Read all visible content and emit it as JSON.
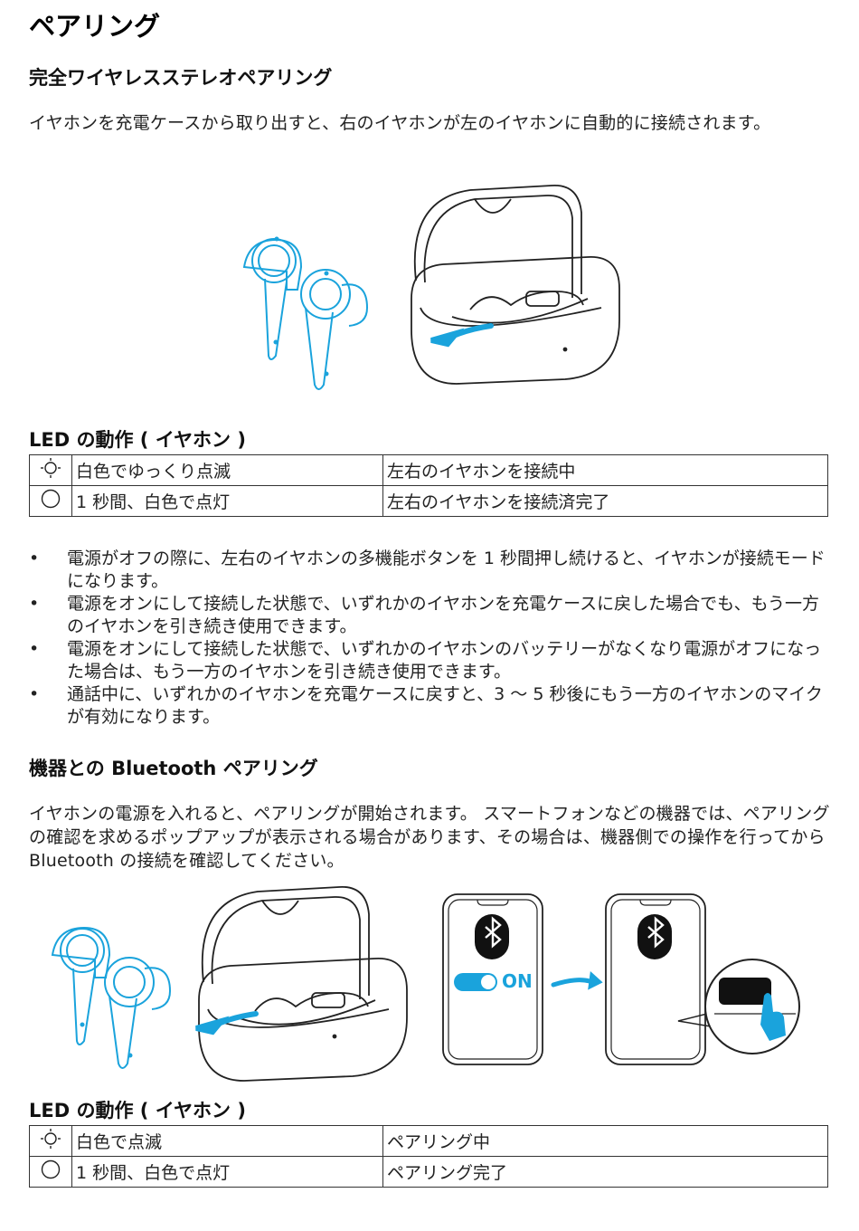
{
  "title": "ペアリング",
  "section1": {
    "heading": "完全ワイヤレスステレオペアリング",
    "text": "イヤホンを充電ケースから取り出すと、右のイヤホンが左のイヤホンに自動的に接続されます。"
  },
  "led1": {
    "heading": "LED の動作 ( イヤホン )",
    "rows": [
      {
        "status": "白色でゆっくり点滅",
        "meaning": "左右のイヤホンを接続中"
      },
      {
        "status": "1 秒間、白色で点灯",
        "meaning": "左右のイヤホンを接続済完了"
      }
    ]
  },
  "bullets": [
    "電源がオフの際に、左右のイヤホンの多機能ボタンを 1 秒間押し続けると、イヤホンが接続モードになります。",
    "電源をオンにして接続した状態で、いずれかのイヤホンを充電ケースに戻した場合でも、もう一方のイヤホンを引き続き使用できます。",
    "電源をオンにして接続した状態で、いずれかのイヤホンのバッテリーがなくなり電源がオフになった場合は、もう一方のイヤホンを引き続き使用できます。",
    "通話中に、いずれかのイヤホンを充電ケースに戻すと、3 〜 5 秒後にもう一方のイヤホンのマイクが有効になります。"
  ],
  "bullet_mark": "•",
  "section2": {
    "heading": "機器との Bluetooth ペアリング",
    "text": "イヤホンの電源を入れると、ペアリングが開始されます。 スマートフォンなどの機器では、ペアリングの確認を求めるポップアップが表示される場合があります、その場合は、機器側での操作を行ってから Bluetooth の接続を確認してください。"
  },
  "phone_toggle_label": "ON",
  "led2": {
    "heading": "LED の動作 ( イヤホン )",
    "rows": [
      {
        "status": "白色で点滅",
        "meaning": "ペアリング中"
      },
      {
        "status": "1 秒間、白色で点灯",
        "meaning": "ペアリング完了"
      }
    ]
  },
  "colors": {
    "accent": "#1aa3dc",
    "line": "#222222"
  },
  "icons": {
    "blink": "blink-led-icon",
    "solid": "solid-led-icon",
    "bluetooth": "bluetooth-icon",
    "arrow": "arrow-icon"
  }
}
